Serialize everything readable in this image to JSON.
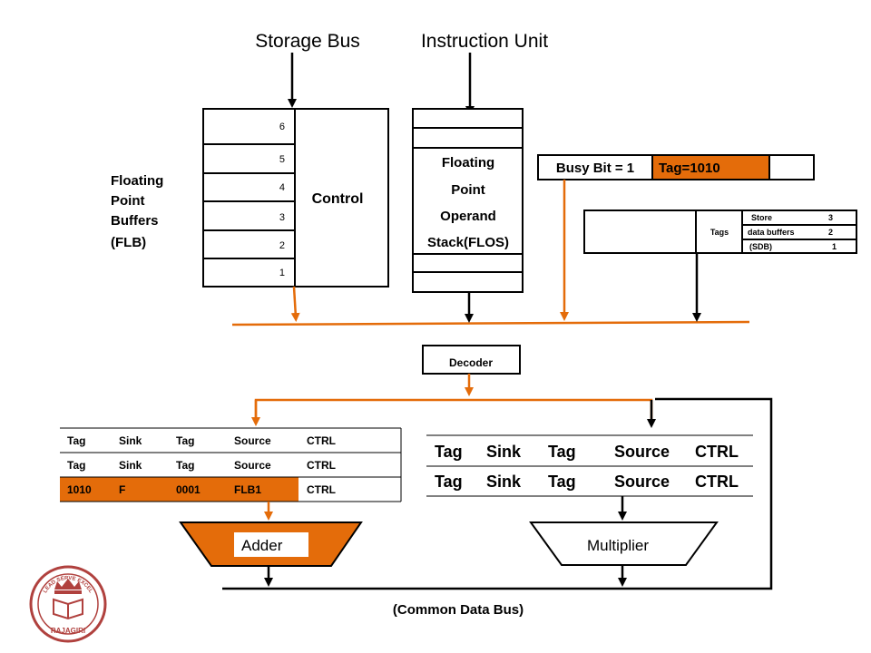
{
  "titles": {
    "storage_bus": "Storage Bus",
    "instruction_unit": "Instruction Unit"
  },
  "flb": {
    "label_lines": [
      "Floating",
      "Point",
      "Buffers",
      "(FLB)"
    ],
    "cells": [
      "6",
      "5",
      "4",
      "3",
      "2",
      "1"
    ],
    "control_label": "Control"
  },
  "flos": {
    "label_lines": [
      "Floating",
      "Point",
      "Operand",
      "Stack(FLOS)"
    ]
  },
  "busy_register": {
    "busy_label": "Busy Bit = 1",
    "tag_label": "Tag=1010"
  },
  "sdb": {
    "tags_label": "Tags",
    "rows": [
      {
        "name": "Store",
        "value": "3"
      },
      {
        "name": "data buffers",
        "value": "2"
      },
      {
        "name": "(SDB)",
        "value": "1"
      }
    ]
  },
  "decoder": {
    "label": "Decoder"
  },
  "adder_station": {
    "rows": [
      [
        "Tag",
        "Sink",
        "Tag",
        "Source",
        "CTRL"
      ],
      [
        "Tag",
        "Sink",
        "Tag",
        "Source",
        "CTRL"
      ],
      [
        "1010",
        "F",
        "0001",
        "FLB1",
        "CTRL"
      ]
    ]
  },
  "multiplier_station": {
    "rows": [
      [
        "Tag",
        "Sink",
        "Tag",
        "Source",
        "CTRL"
      ],
      [
        "Tag",
        "Sink",
        "Tag",
        "Source",
        "CTRL"
      ]
    ]
  },
  "adder": {
    "label": "Adder"
  },
  "multiplier": {
    "label": "Multiplier"
  },
  "cdb": {
    "label": "(Common Data Bus)"
  },
  "logo": {
    "text_top": "LEAD SERVE EXCEL",
    "text_bottom": "RAJAGIRI"
  },
  "colors": {
    "orange": "#E46C0A",
    "logo_red": "#B0413E",
    "line": "#000000"
  }
}
